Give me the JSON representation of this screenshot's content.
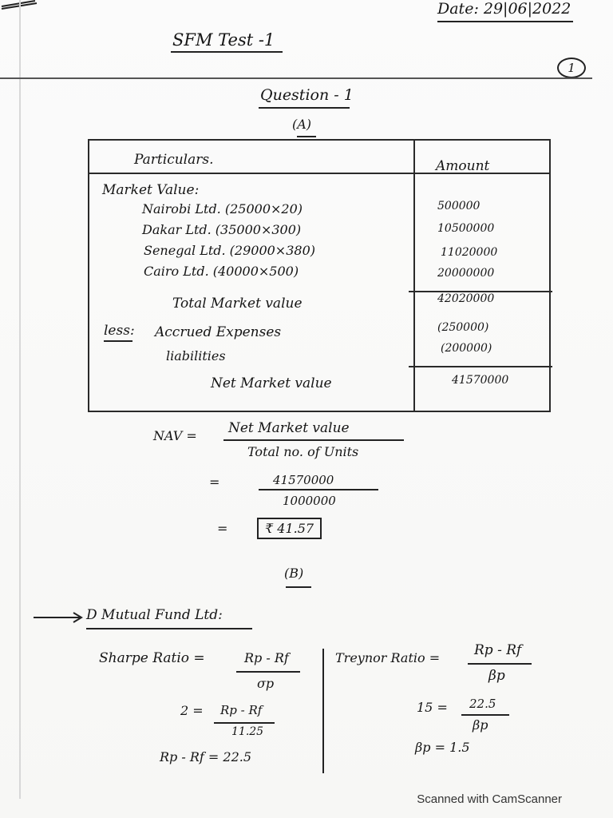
{
  "header": {
    "date": "Date: 29|06|2022",
    "title": "SFM Test -1",
    "page_number": "1"
  },
  "question": {
    "heading": "Question - 1",
    "part_a": "(A)",
    "part_b": "(B)"
  },
  "table": {
    "col_particulars": "Particulars.",
    "col_amount": "Amount",
    "market_value_label": "Market Value:",
    "rows": [
      {
        "label": "Nairobi Ltd. (25000×20)",
        "amount": "500000"
      },
      {
        "label": "Dakar Ltd. (35000×300)",
        "amount": "10500000"
      },
      {
        "label": "Senegal Ltd. (29000×380)",
        "amount": "11020000"
      },
      {
        "label": "Cairo Ltd. (40000×500)",
        "amount": "20000000"
      }
    ],
    "total_label": "Total Market value",
    "total_amount": "42020000",
    "less_label": "less:",
    "accrued_label": "Accrued Expenses",
    "accrued_amount": "(250000)",
    "liabilities_label": "liabilities",
    "liabilities_amount": "(200000)",
    "net_label": "Net Market value",
    "net_amount": "41570000"
  },
  "nav": {
    "label": "NAV =",
    "numerator": "Net Market value",
    "denominator": "Total no. of Units",
    "eq2": "=",
    "num2": "41570000",
    "den2": "1000000",
    "eq3": "=",
    "result": "₹ 41.57"
  },
  "part_b": {
    "fund": "D Mutual Fund Ltd:",
    "sharpe": {
      "label": "Sharpe Ratio =",
      "num": "Rp - Rf",
      "den": "σp",
      "line2_lhs": "2 =",
      "line2_num": "Rp - Rf",
      "line2_den": "11.25",
      "line3": "Rp - Rf = 22.5"
    },
    "treynor": {
      "label": "Treynor Ratio =",
      "num": "Rp - Rf",
      "den": "βp",
      "line2_lhs": "15 =",
      "line2_num": "22.5",
      "line2_den": "βp",
      "line3": "βp = 1.5"
    }
  },
  "footer": "Scanned with CamScanner"
}
